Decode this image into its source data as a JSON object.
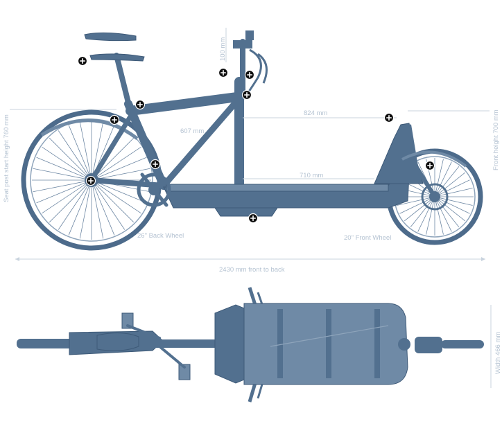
{
  "labels": {
    "stem_height": "100 mm",
    "seat_post_height": "Seat post start height 760 mm",
    "front_height": "Front height 700 mm",
    "top_tube": "607 mm",
    "cargo_length": "824 mm",
    "cargo_bed": "710 mm",
    "back_wheel": "26\" Back Wheel",
    "front_wheel": "20\" Front Wheel",
    "overall_length": "2430 mm front to back",
    "width": "Width 466 mm"
  },
  "colors": {
    "frame": "#52708f",
    "dimension": "#b5c3d2",
    "hotspot": "#0d0d0d"
  },
  "hotspots": [
    {
      "name": "saddle-hotspot"
    },
    {
      "name": "seat-clamp-hotspot"
    },
    {
      "name": "top-tube-hotspot"
    },
    {
      "name": "rear-hub-hotspot"
    },
    {
      "name": "chainstay-hotspot"
    },
    {
      "name": "stem-hotspot"
    },
    {
      "name": "handlebar-hotspot"
    },
    {
      "name": "steerer-hotspot"
    },
    {
      "name": "cargo-box-hotspot"
    },
    {
      "name": "front-hub-hotspot"
    },
    {
      "name": "kickstand-hotspot"
    }
  ]
}
